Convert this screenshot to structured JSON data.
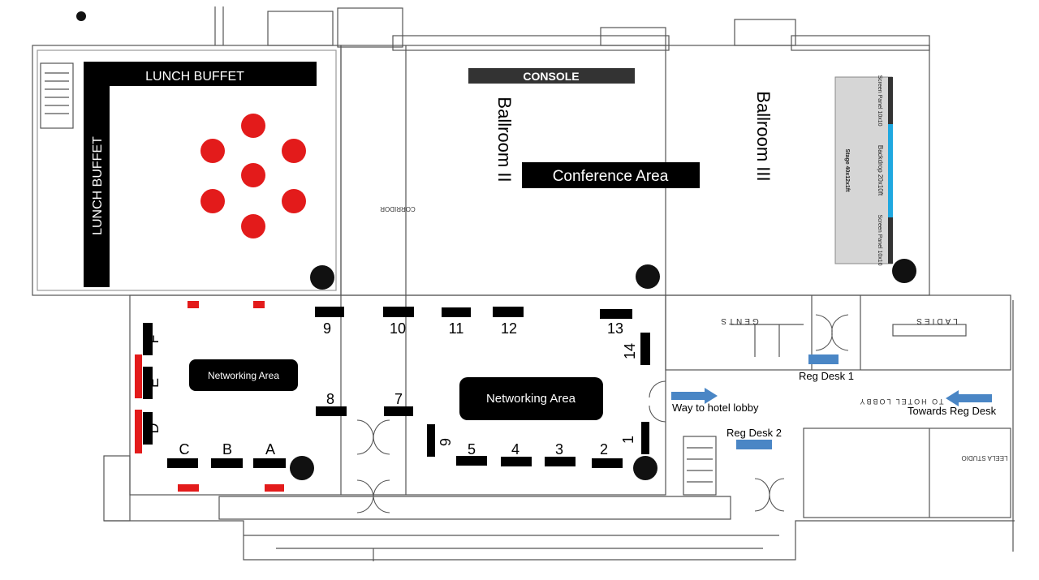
{
  "labels": {
    "lunch_buffet_top": "LUNCH BUFFET",
    "lunch_buffet_side": "LUNCH BUFFET",
    "console": "CONSOLE",
    "ballroom_2": "Ballroom II",
    "ballroom_3": "Ballroom III",
    "conference_area": "Conference Area",
    "networking_area_small": "Networking Area",
    "networking_area_large": "Networking Area",
    "corridor": "CORRIDOR",
    "gents": "GENTS",
    "ladies": "LADIES",
    "reg_desk_1": "Reg Desk 1",
    "reg_desk_2": "Reg Desk 2",
    "way_to_lobby": "Way to hotel lobby",
    "to_hotel_lobby": "TO HOTEL LOBBY",
    "towards_reg_desk": "Towards Reg Desk",
    "leela_studio": "LEELA STUDIO"
  },
  "stage": {
    "screen_panel_top": "Screen Panel 10x10",
    "backdrop": "Backdrop 20x10ft",
    "stage": "Stage 40x12x1ft",
    "screen_panel_bottom": "Screen Panel 10x10"
  },
  "booths": [
    "1",
    "2",
    "3",
    "4",
    "5",
    "6",
    "7",
    "8",
    "9",
    "10",
    "11",
    "12",
    "13",
    "14"
  ],
  "letter_booths": [
    "A",
    "B",
    "C",
    "D",
    "E",
    "F"
  ],
  "colors": {
    "table_red": "#e31b1b",
    "label_black": "#000000",
    "stage_blue": "#1fa8e0",
    "reg_blue": "#4a86c5",
    "stage_grey": "#d6d6d6"
  }
}
